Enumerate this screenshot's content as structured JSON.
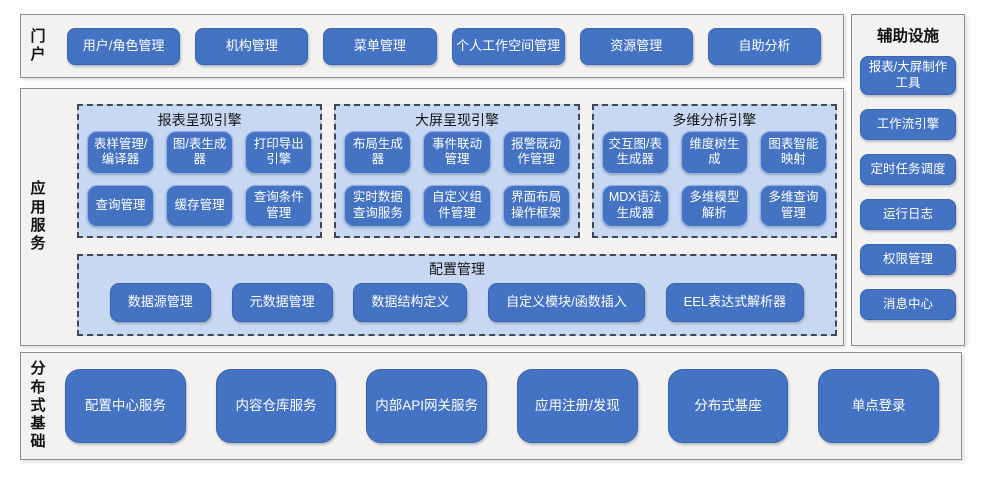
{
  "colors": {
    "button_blue": "#4573c4",
    "panel_light_blue": "#c8d8f2",
    "panel_dash_border": "#414753",
    "section_bg": "#f3f2f0",
    "section_border": "#8f8f8f",
    "button_text": "#ffffff"
  },
  "portal": {
    "label": "门户",
    "items": [
      "用户/角色管理",
      "机构管理",
      "菜单管理",
      "个人工作空间管理",
      "资源管理",
      "自助分析"
    ]
  },
  "app_services": {
    "label": "应用服务",
    "engines": [
      {
        "title": "报表呈现引擎",
        "items": [
          "表样管理/编译器",
          "图/表生成器",
          "打印导出引擎",
          "查询管理",
          "缓存管理",
          "查询条件管理"
        ]
      },
      {
        "title": "大屏呈现引擎",
        "items": [
          "布局生成器",
          "事件联动管理",
          "报警既动作管理",
          "实时数据查询服务",
          "自定义组件管理",
          "界面布局操作框架"
        ]
      },
      {
        "title": "多维分析引擎",
        "items": [
          "交互图/表生成器",
          "维度树生成",
          "图表智能映射",
          "MDX语法生成器",
          "多维模型解析",
          "多维查询管理"
        ]
      }
    ],
    "config": {
      "title": "配置管理",
      "items": [
        "数据源管理",
        "元数据管理",
        "数据结构定义",
        "自定义模块/函数插入",
        "EEL表达式解析器"
      ]
    }
  },
  "auxiliary": {
    "title": "辅助设施",
    "items": [
      "报表/大屏制作工具",
      "工作流引擎",
      "定时任务调度",
      "运行日志",
      "权限管理",
      "消息中心"
    ]
  },
  "foundation": {
    "label": "分布式基础",
    "items": [
      "配置中心服务",
      "内容仓库服务",
      "内部API网关服务",
      "应用注册/发现",
      "分布式基座",
      "单点登录"
    ]
  }
}
